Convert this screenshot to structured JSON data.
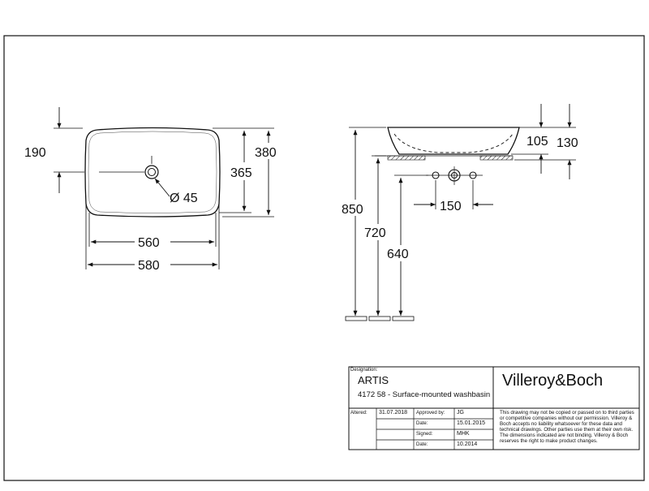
{
  "dimensions": {
    "top_view": {
      "offset_hole": "190",
      "depth_inner": "365",
      "depth_outer": "380",
      "hole_diameter": "Ø 45",
      "width_inner": "560",
      "width_outer": "580"
    },
    "side_view": {
      "bowl_height": "105",
      "total_height": "130",
      "height_850": "850",
      "height_720": "720",
      "height_640": "640",
      "tap_spacing": "150"
    }
  },
  "title_block": {
    "designation_label": "Designation:",
    "product_name": "ARTIS",
    "product_desc": "4172 58 - Surface-mounted washbasin",
    "brand": "Villeroy&Boch",
    "altered_label": "Altered:",
    "altered_date": "31.07.2018",
    "approved_label": "Approved by:",
    "approved_value": "JG",
    "date_label_1": "Date:",
    "date_value_1": "15.01.2015",
    "signed_label": "Signed:",
    "signed_value": "MHK",
    "date_label_2": "Date:",
    "date_value_2": "10.2014",
    "disclaimer": "This drawing may not be copied or passed on to third parties or competitive companies without our permission. Villeroy & Boch accepts no liability whatsoever for these data and technical drawings. Other parties use them at their own risk. The dimensions indicated are not binding. Villeroy & Boch reserves the right to make product changes."
  }
}
